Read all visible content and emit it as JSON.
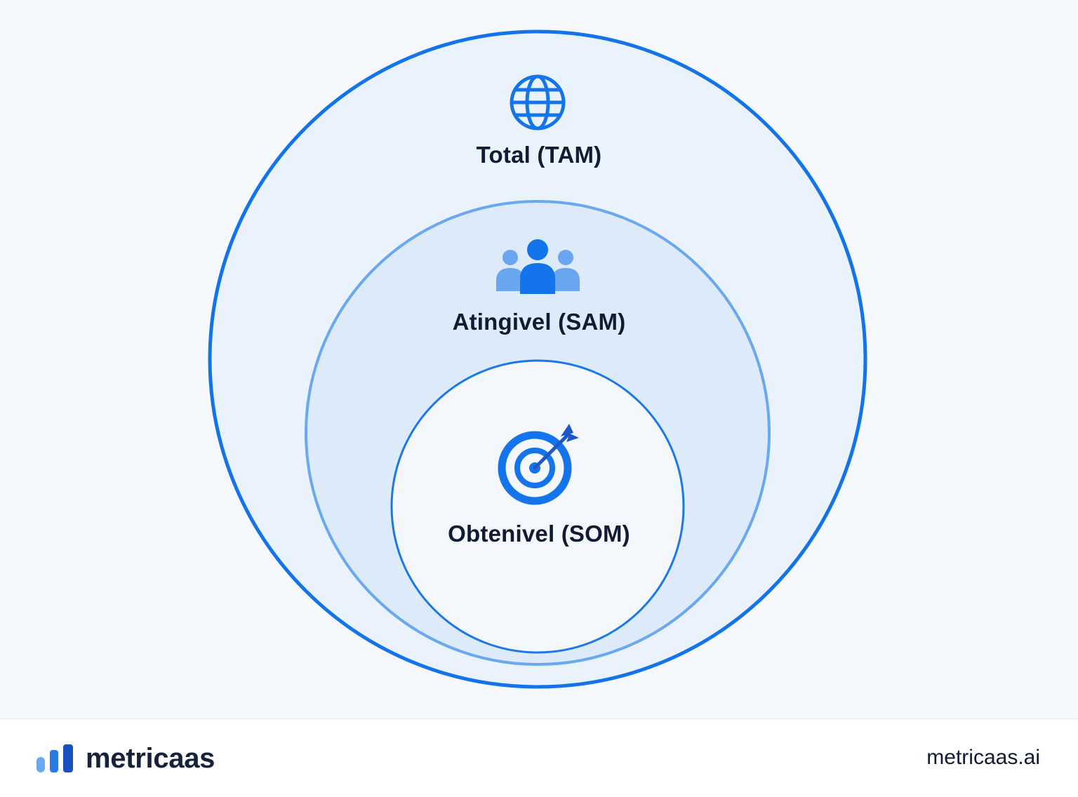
{
  "diagram": {
    "tam": {
      "label": "Total (TAM)",
      "icon": "globe-icon"
    },
    "sam": {
      "label": "Atingivel (SAM)",
      "icon": "users-icon"
    },
    "som": {
      "label": "Obtenivel (SOM)",
      "icon": "target-icon"
    }
  },
  "footer": {
    "brand_name": "metricaas",
    "brand_icon": "bar-chart-icon",
    "url": "metricaas.ai"
  },
  "colors": {
    "background": "#f5f8fc",
    "tam_fill": "#eaf2fc",
    "tam_stroke": "#1273ea",
    "sam_fill": "#dceaf9",
    "sam_stroke": "#6aa8ef",
    "som_fill": "#f4f7fb",
    "som_stroke": "#1a78e8",
    "icon_blue": "#1474ec",
    "icon_light": "#6aa6f0",
    "text_dark": "#0f1c33"
  }
}
